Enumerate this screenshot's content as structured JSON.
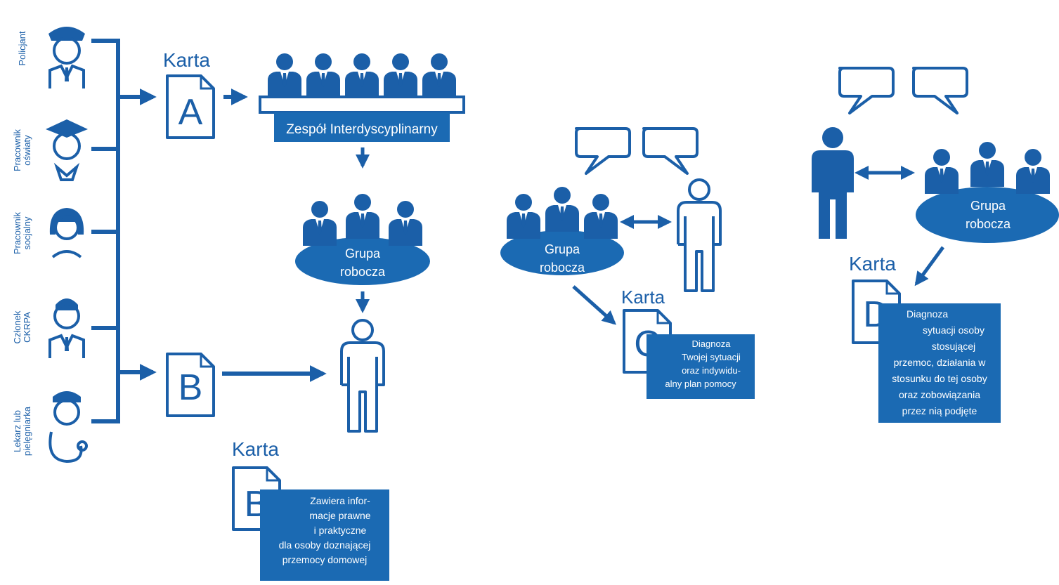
{
  "roles": [
    {
      "label": "Policjant"
    },
    {
      "label": "Pracownik\noświaty"
    },
    {
      "label": "Pracownik\nsocjalny"
    },
    {
      "label": "Członek\nCKRPA"
    },
    {
      "label": "Lekarz lub\npielęgniarka"
    }
  ],
  "karta_word": "Karta",
  "cards": {
    "a": {
      "letter": "A"
    },
    "b": {
      "letter": "B"
    },
    "b_detail": {
      "letter": "B",
      "lines": [
        "Zawiera infor-",
        "macje prawne",
        "i praktyczne",
        "dla osoby doznającej",
        "przemocy domowej"
      ]
    },
    "c": {
      "letter": "C",
      "lines": [
        "Diagnoza",
        "Twojej sytuacji",
        "oraz indywidu-",
        "alny plan pomocy"
      ]
    },
    "d": {
      "letter": "D",
      "lines": [
        "Diagnoza",
        "sytuacji osoby",
        "stosującej",
        "przemoc, działania w",
        "stosunku do tej osoby",
        "oraz zobowiązania",
        "przez nią podjęte"
      ]
    }
  },
  "team_label": "Zespół Interdyscyplinarny",
  "group_label_line1": "Grupa",
  "group_label_line2": "robocza",
  "colors": {
    "primary": "#1b5fa8",
    "box": "#1b6ab3",
    "white": "#ffffff"
  }
}
